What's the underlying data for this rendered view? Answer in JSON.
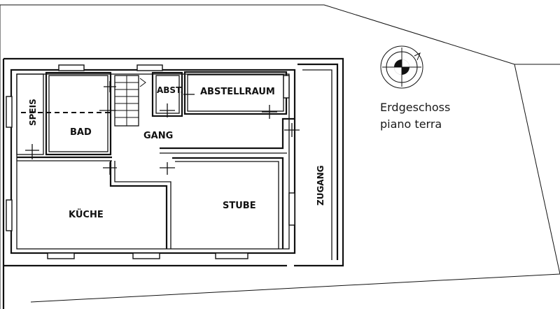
{
  "rooms": {
    "speis": "SPEIS",
    "bad": "BAD",
    "abst": "ABST.",
    "abstellraum": "ABSTELLRAUM",
    "gang": "GANG",
    "kueche": "KÜCHE",
    "stube": "STUBE",
    "zugang": "ZUGANG"
  },
  "caption": {
    "line1": "Erdgeschoss",
    "line2": "piano terra"
  },
  "icons": {
    "compass": "north-arrow-compass"
  }
}
